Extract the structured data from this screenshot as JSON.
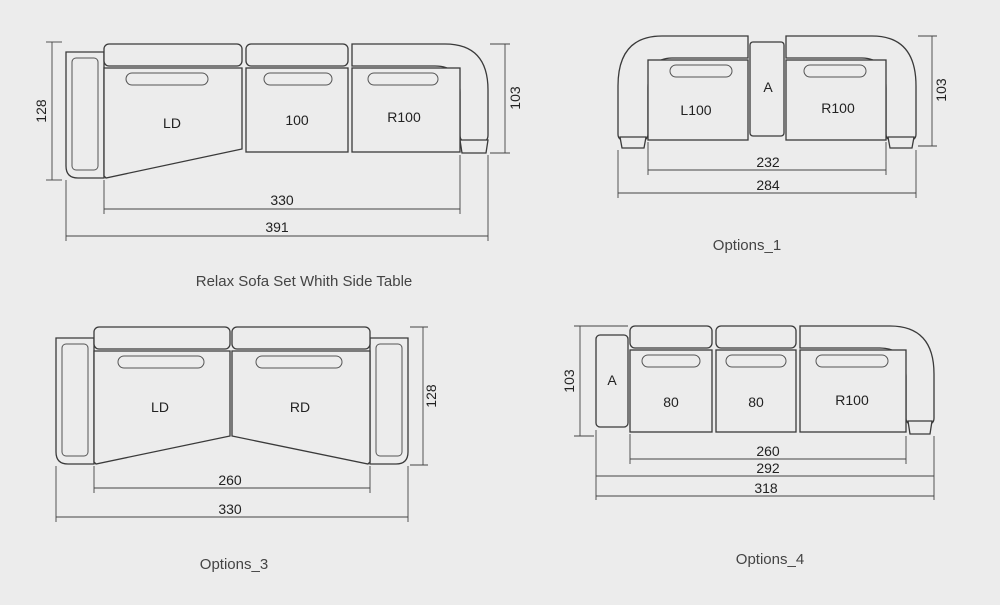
{
  "colors": {
    "background": "#ececec",
    "line": "#3a3a3a",
    "text": "#222222"
  },
  "set_main": {
    "caption": "Relax Sofa Set Whith Side Table",
    "modules": [
      "LD",
      "100",
      "R100"
    ],
    "dims": {
      "height_left": "128",
      "height_right": "103",
      "inner_width": "330",
      "total_width": "391"
    }
  },
  "option_1": {
    "caption": "Options_1",
    "modules": [
      "L100",
      "A",
      "R100"
    ],
    "dims": {
      "height": "103",
      "inner_width": "232",
      "total_width": "284"
    }
  },
  "option_3": {
    "caption": "Options_3",
    "modules": [
      "LD",
      "RD"
    ],
    "dims": {
      "height": "128",
      "inner_width": "260",
      "total_width": "330"
    }
  },
  "option_4": {
    "caption": "Options_4",
    "modules": [
      "A",
      "80",
      "80",
      "R100"
    ],
    "dims": {
      "height": "103",
      "inner_width": "260",
      "mid_width": "292",
      "total_width": "318"
    }
  }
}
